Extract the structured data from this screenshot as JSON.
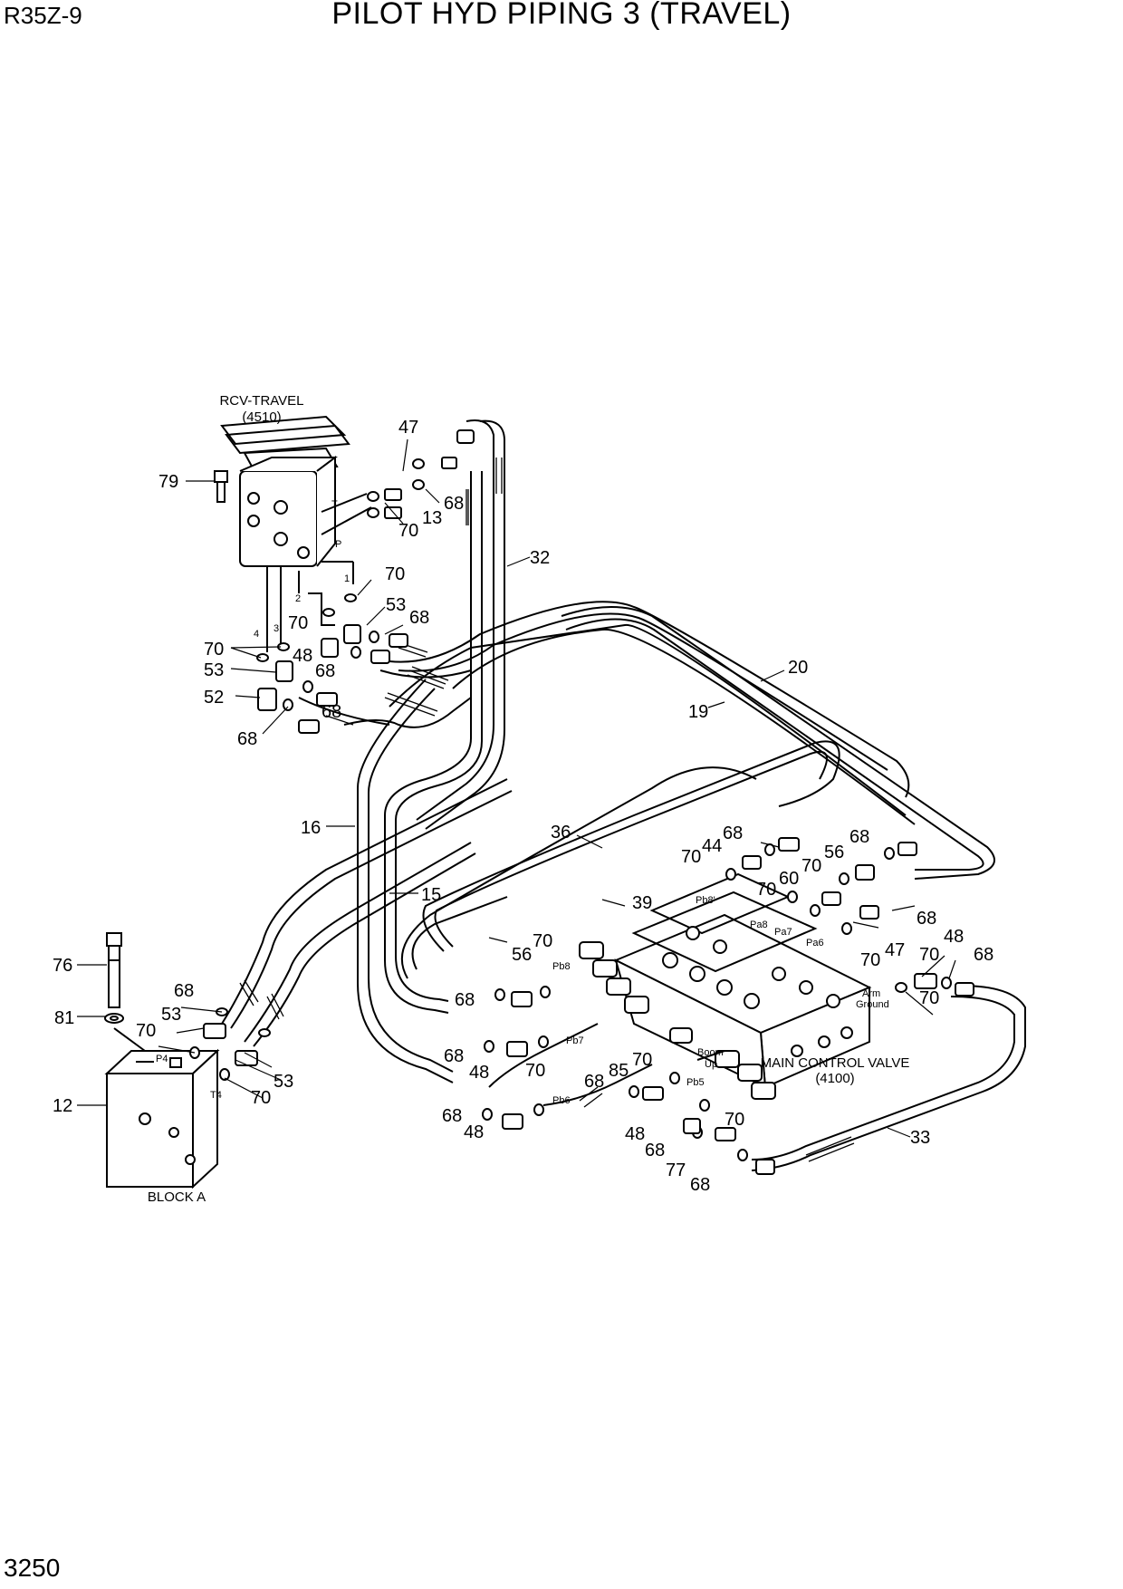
{
  "header": {
    "model": "R35Z-9",
    "title": "PILOT HYD PIPING 3 (TRAVEL)",
    "page_number": "3250"
  },
  "labels": {
    "rcv_name": "RCV-TRAVEL",
    "rcv_code": "(4510)",
    "block_a": "BLOCK A",
    "mcv_name": "MAIN CONTROL VALVE",
    "mcv_code": "(4100)",
    "arm": "Arm",
    "ground": "Ground",
    "boom": "Boom",
    "up": "Up"
  },
  "ports": {
    "T": "T",
    "P": "P",
    "p1": "1",
    "p2": "2",
    "p3": "3",
    "p4": "4",
    "P4": "P4",
    "T4": "T4",
    "Pb8": "Pb8",
    "Pb8p": "Pb8'",
    "Pa8": "Pa8",
    "Pa7": "Pa7",
    "Pa6": "Pa6",
    "Pb7": "Pb7",
    "Pb6": "Pb6",
    "Pb5": "Pb5"
  },
  "callouts": [
    "47",
    "68",
    "70",
    "13",
    "79",
    "32",
    "70",
    "53",
    "68",
    "70",
    "48",
    "68",
    "70",
    "53",
    "52",
    "68",
    "20",
    "19",
    "16",
    "15",
    "36",
    "39",
    "68",
    "44",
    "70",
    "68",
    "56",
    "70",
    "60",
    "70",
    "47",
    "68",
    "70",
    "56",
    "70",
    "68",
    "48",
    "68",
    "70",
    "48",
    "70",
    "68",
    "48",
    "70",
    "68",
    "53",
    "70",
    "68",
    "53",
    "70",
    "76",
    "81",
    "12",
    "85",
    "70",
    "68",
    "48",
    "68",
    "70",
    "77",
    "68",
    "33"
  ]
}
